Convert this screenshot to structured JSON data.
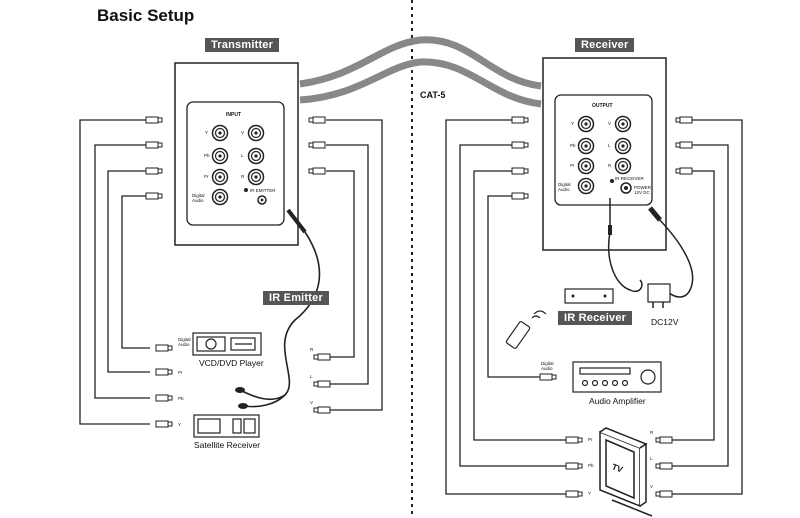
{
  "title": "Basic Setup",
  "cable_label": "CAT-5",
  "transmitter": {
    "tag": "Transmitter",
    "panel_label": "INPUT",
    "jack_labels_left": [
      "Y",
      "Pb",
      "Pr",
      "Digital Audio"
    ],
    "jack_labels_right": [
      "V",
      "L",
      "R"
    ],
    "ir_port_label": "IR EMITTER",
    "ir_emitter_label": "IR Emitter"
  },
  "receiver": {
    "tag": "Receiver",
    "panel_label": "OUTPUT",
    "jack_labels_left": [
      "Y",
      "Pb",
      "Pr",
      "Digital Audio"
    ],
    "jack_labels_right": [
      "V",
      "L",
      "R"
    ],
    "ir_port_label": "IR RECEIVER",
    "power_label": "POWER 12V DC",
    "ir_receiver_label": "IR Receiver",
    "dc_label": "DC12V"
  },
  "devices": {
    "vcd_dvd": "VCD/DVD Player",
    "satellite": "Satellite Receiver",
    "amplifier": "Audio Amplifier",
    "tv": "TV"
  },
  "left_plug_labels": [
    "Digital Audio",
    "Pr",
    "Pb",
    "Y"
  ],
  "left_right_plug_labels": [
    "R",
    "L",
    "V"
  ],
  "right_plug_labels": [
    "Digital Audio",
    "Pr",
    "Pb",
    "Y"
  ],
  "right_right_plug_labels": [
    "R",
    "L",
    "V"
  ]
}
